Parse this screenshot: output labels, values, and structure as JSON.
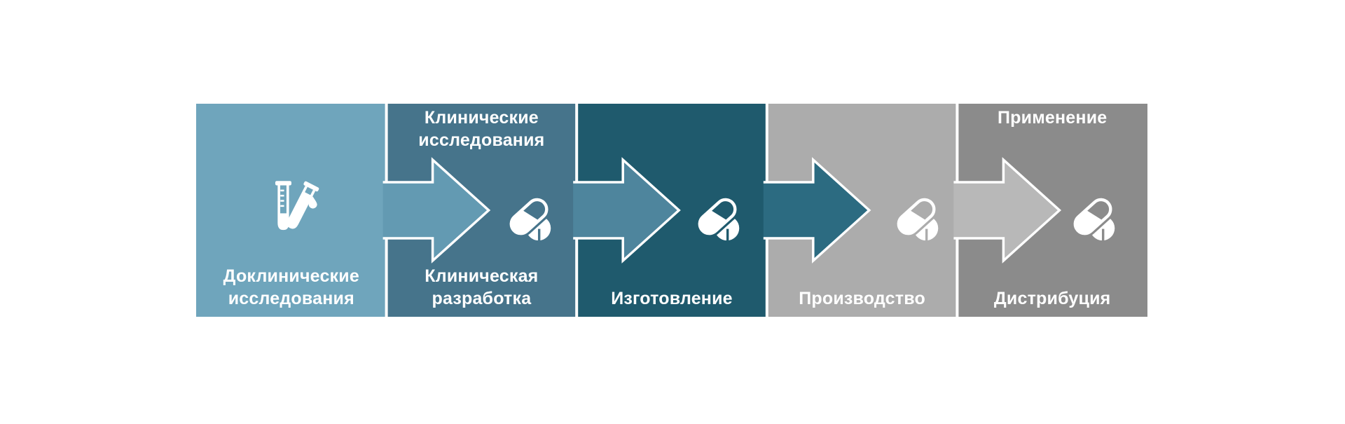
{
  "diagram": {
    "name": "drug-lifecycle-process-flow",
    "background_color": "#ffffff",
    "separator_color": "#ffffff",
    "outline_color": "#ffffff",
    "stages": [
      {
        "key": "preclinical",
        "block_color": "#6FA5BC",
        "arrow_color": "#639AB2",
        "icon": "test-tubes-icon",
        "top_lines": [],
        "bottom_lines": [
          "Доклинические",
          "исследования"
        ]
      },
      {
        "key": "clinical",
        "block_color": "#46748B",
        "arrow_color": "#4E859D",
        "icon": "pill-icon",
        "top_lines": [
          "Клинические",
          "исследования"
        ],
        "bottom_lines": [
          "Клиническая",
          "разработка"
        ]
      },
      {
        "key": "manufacturing",
        "block_color": "#1F5A6D",
        "arrow_color": "#2C6B81",
        "icon": "pill-icon",
        "top_lines": [],
        "bottom_lines": [
          "Изготовление"
        ]
      },
      {
        "key": "production",
        "block_color": "#ACACAC",
        "arrow_color": "#B8B8B8",
        "icon": "pill-icon",
        "top_lines": [],
        "bottom_lines": [
          "Производство"
        ]
      },
      {
        "key": "distribution",
        "block_color": "#8B8B8B",
        "arrow_color": null,
        "icon": "pill-icon",
        "top_lines": [
          "Применение"
        ],
        "bottom_lines": [
          "Дистрибуция"
        ]
      }
    ]
  }
}
